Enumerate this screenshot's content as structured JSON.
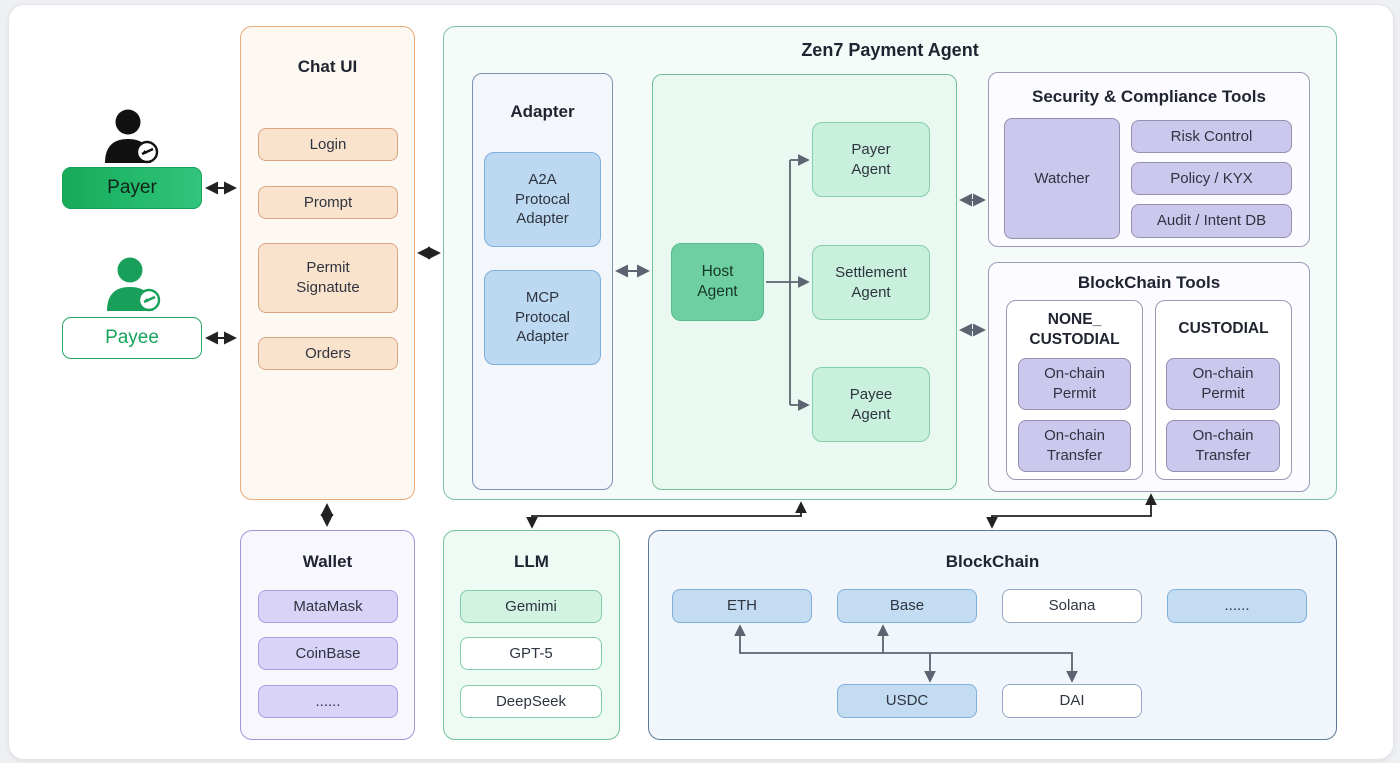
{
  "diagram": {
    "actors": {
      "payer": {
        "label": "Payer",
        "icon": "person-clock-icon"
      },
      "payee": {
        "label": "Payee",
        "icon": "person-clock-icon"
      }
    },
    "chat_ui": {
      "title": "Chat UI",
      "items": [
        {
          "label": "Login"
        },
        {
          "label": "Prompt"
        },
        {
          "label": "Permit Signatute"
        },
        {
          "label": "Orders"
        }
      ]
    },
    "zen7": {
      "title": "Zen7 Payment Agent",
      "adapter": {
        "title": "Adapter",
        "items": [
          {
            "label": "A2A Protocal Adapter"
          },
          {
            "label": "MCP Protocal Adapter"
          }
        ]
      },
      "agents": {
        "host": {
          "label": "Host Agent"
        },
        "items": [
          {
            "label": "Payer Agent"
          },
          {
            "label": "Settlement Agent"
          },
          {
            "label": "Payee Agent"
          }
        ]
      },
      "security": {
        "title": "Security & Compliance Tools",
        "watcher": {
          "label": "Watcher"
        },
        "items": [
          {
            "label": "Risk Control"
          },
          {
            "label": "Policy / KYX"
          },
          {
            "label": "Audit / Intent DB"
          }
        ]
      },
      "blockchain_tools": {
        "title": "BlockChain Tools",
        "groups": [
          {
            "title": "NONE_ CUSTODIAL",
            "items": [
              "On-chain Permit",
              "On-chain Transfer"
            ]
          },
          {
            "title": "CUSTODIAL",
            "items": [
              "On-chain Permit",
              "On-chain Transfer"
            ]
          }
        ]
      }
    },
    "wallet": {
      "title": "Wallet",
      "items": [
        "MataMask",
        "CoinBase",
        "......"
      ]
    },
    "llm": {
      "title": "LLM",
      "items": [
        "Gemimi",
        "GPT-5",
        "DeepSeek"
      ]
    },
    "blockchain": {
      "title": "BlockChain",
      "chains": [
        "ETH",
        "Base",
        "Solana",
        "......"
      ],
      "tokens": [
        "USDC",
        "DAI"
      ]
    },
    "colors": {
      "green_accent": "#2aa864",
      "green_fill": "#c9f0dc",
      "host_green": "#6ed0a2",
      "orange_border": "#e9ab7a",
      "orange_fill": "#fae3cc",
      "blue_fill": "#bdd9f1",
      "purple_fill": "#ccc7ed",
      "lavender_fill": "#d9d4f7",
      "chain_blue_fill": "#c4dcf2",
      "arrow_dark": "#222222",
      "arrow_gray": "#5b6470"
    }
  }
}
